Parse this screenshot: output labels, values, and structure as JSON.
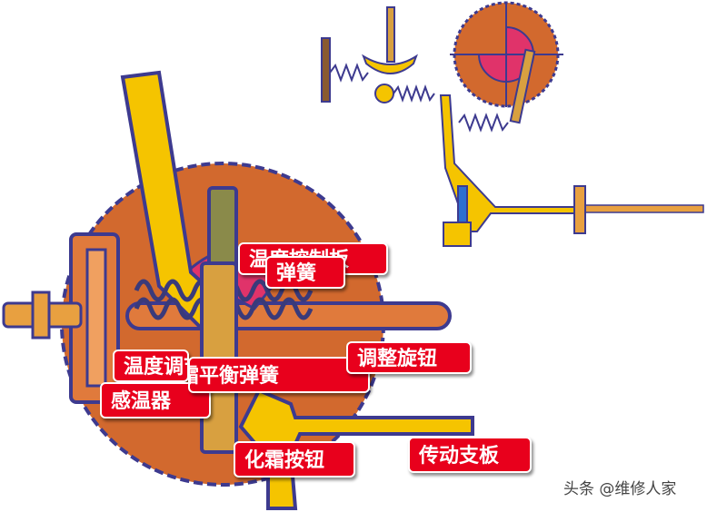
{
  "labels": {
    "temp_control_plate": "温度控制板",
    "spring": "弹簧",
    "temp_regulator": "温度调节",
    "sensor": "感温器",
    "defrost_balance_spring": "化霜平衡弹簧",
    "adjust_knob": "调整旋钮",
    "defrost_button": "化霜按钮",
    "drive_plate": "传动支板"
  },
  "watermark": "头条 @维修人家",
  "colors": {
    "housing": "#d2692e",
    "outline": "#3d3a8f",
    "arm": "#f5c400",
    "label_bg": "#e8001c",
    "rod": "#d8a040",
    "cam": "#e0336a"
  }
}
